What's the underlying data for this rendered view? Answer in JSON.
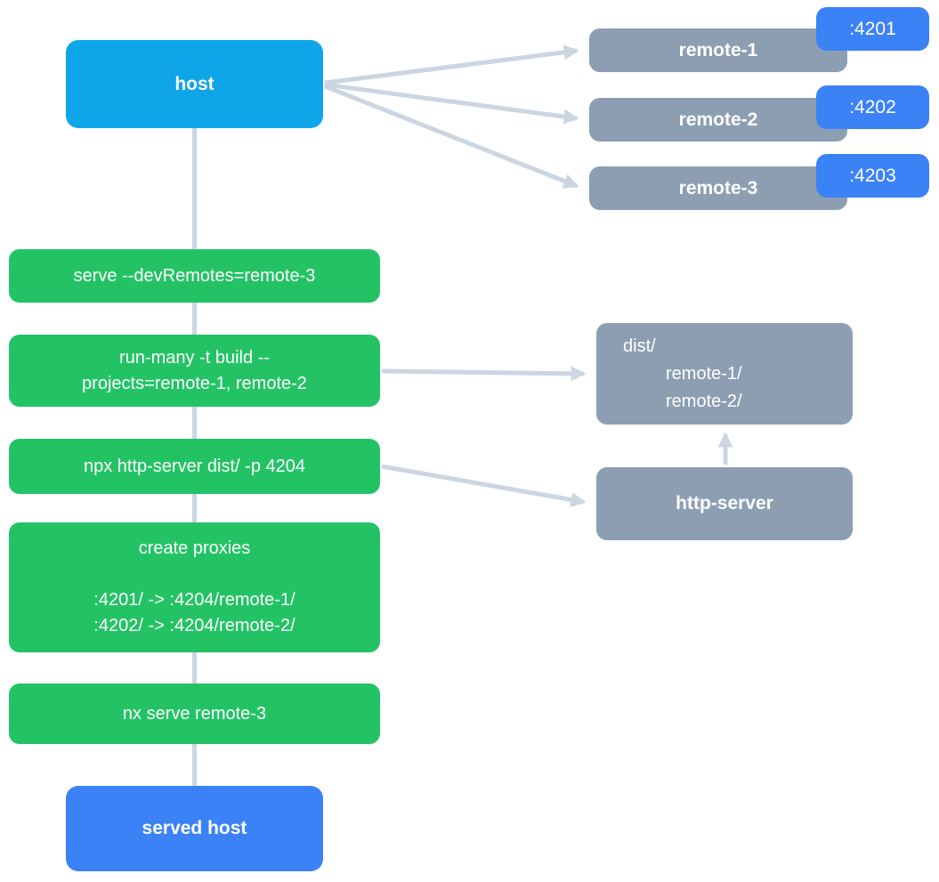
{
  "colors": {
    "bg": "#ffffff",
    "host_blue": "#0ea6e8",
    "accent_blue": "#3b82f6",
    "gray": "#8d9eb2",
    "green": "#23c365",
    "edge": "#ccd5e2",
    "text": "#ffffff"
  },
  "diagram": {
    "host": {
      "label": "host"
    },
    "served_host": {
      "label": "served host"
    },
    "remotes": [
      {
        "label": "remote-1",
        "port": ":4201"
      },
      {
        "label": "remote-2",
        "port": ":4202"
      },
      {
        "label": "remote-3",
        "port": ":4203"
      }
    ],
    "commands": [
      {
        "lines": [
          "serve --devRemotes=remote-3"
        ]
      },
      {
        "lines": [
          "run-many -t build --",
          "projects=remote-1, remote-2"
        ]
      },
      {
        "lines": [
          "npx http-server dist/ -p 4204"
        ]
      },
      {
        "lines": [
          "create proxies",
          "",
          ":4201/ -> :4204/remote-1/",
          ":4202/ -> :4204/remote-2/"
        ]
      },
      {
        "lines": [
          "nx serve remote-3"
        ]
      }
    ],
    "dist": {
      "lines": [
        "dist/",
        "remote-1/",
        "remote-2/"
      ]
    },
    "http_server": {
      "label": "http-server"
    }
  }
}
